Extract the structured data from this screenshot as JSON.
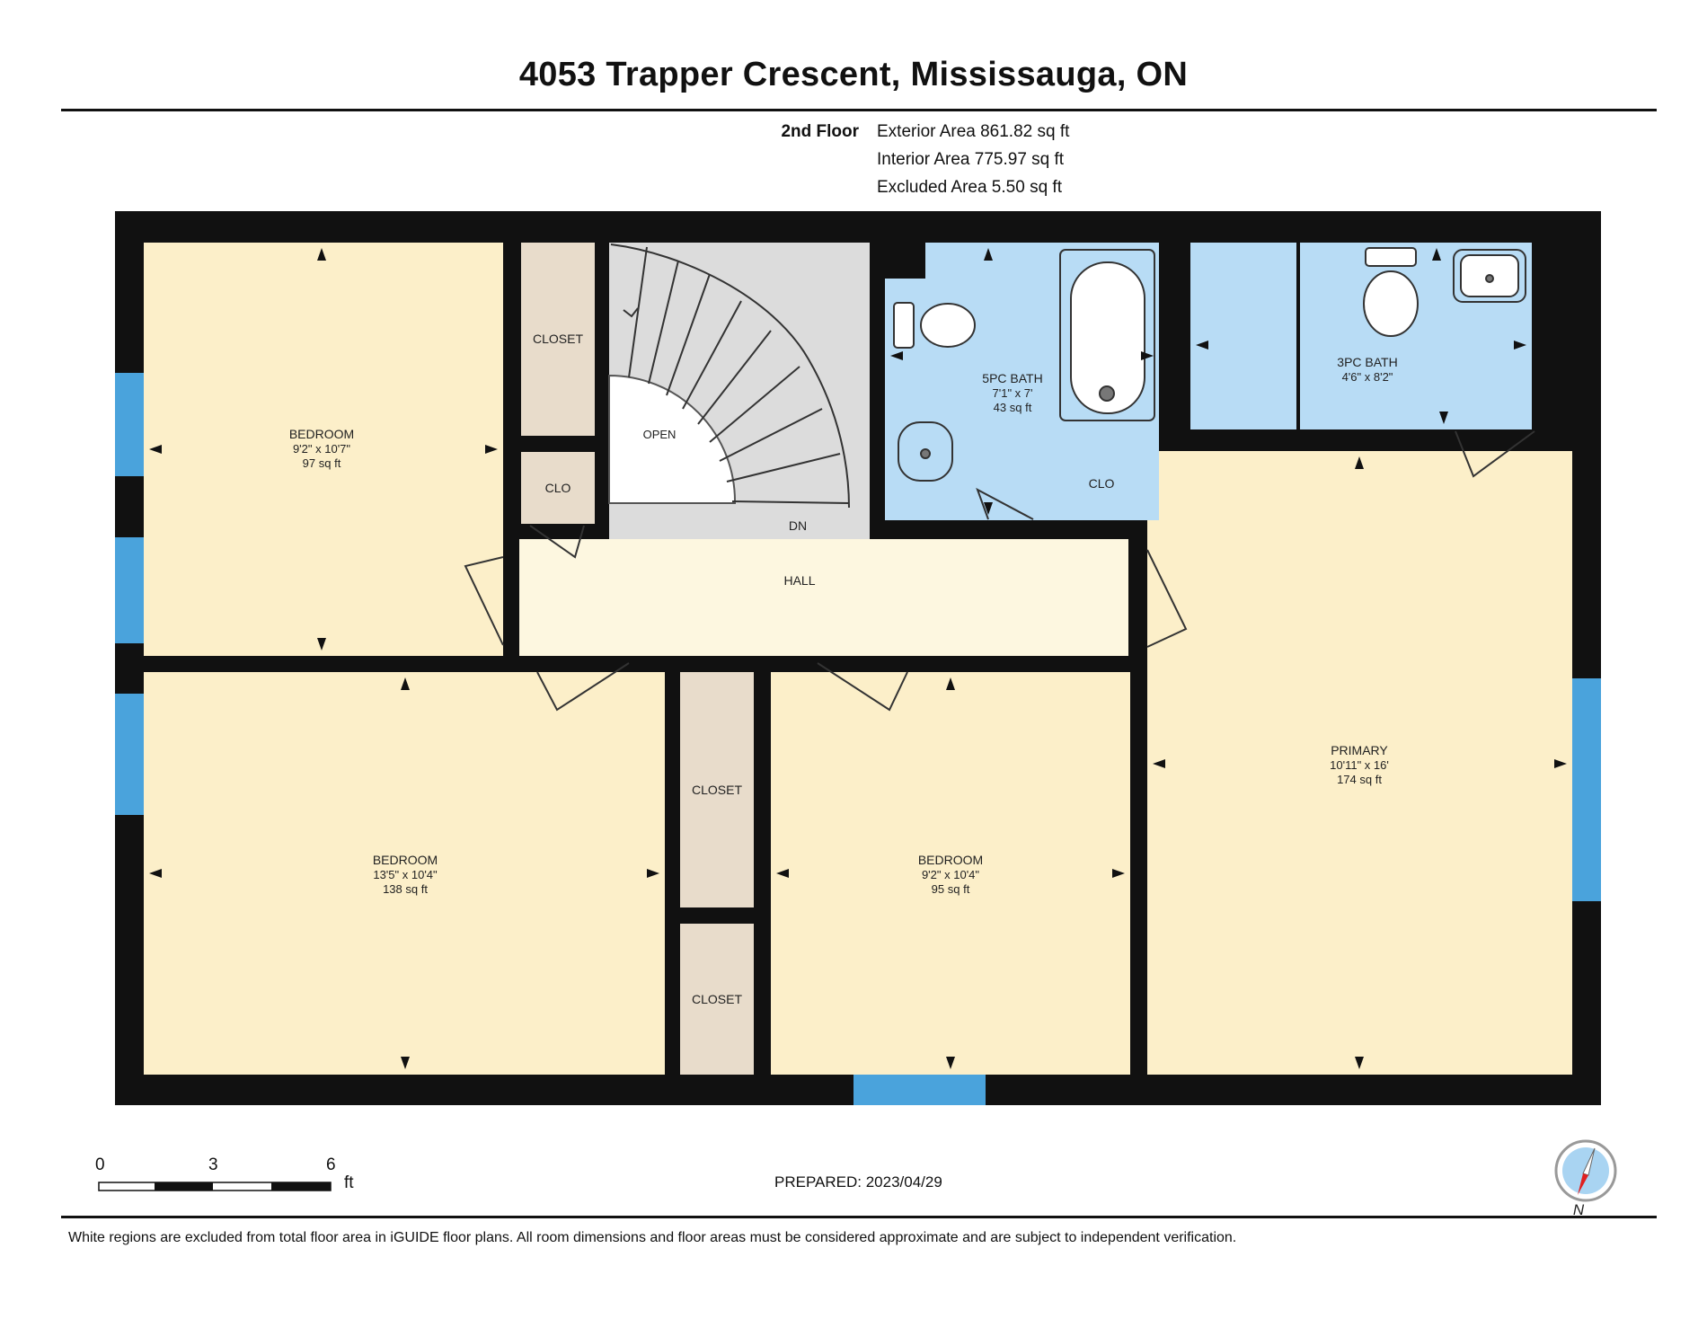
{
  "title": "4053 Trapper Crescent, Mississauga, ON",
  "floor": {
    "name": "2nd Floor",
    "exterior_area": "Exterior Area 861.82 sq ft",
    "interior_area": "Interior Area 775.97 sq ft",
    "excluded_area": "Excluded Area 5.50 sq ft"
  },
  "rooms": {
    "bedroom_nw": {
      "name": "BEDROOM",
      "dims": "9'2\" x 10'7\"",
      "area": "97 sq ft"
    },
    "bedroom_sw": {
      "name": "BEDROOM",
      "dims": "13'5\" x 10'4\"",
      "area": "138 sq ft"
    },
    "bedroom_sc": {
      "name": "BEDROOM",
      "dims": "9'2\" x 10'4\"",
      "area": "95 sq ft"
    },
    "primary": {
      "name": "PRIMARY",
      "dims": "10'11\" x 16'",
      "area": "174 sq ft"
    },
    "bath_5pc": {
      "name": "5PC BATH",
      "dims": "7'1\" x 7'",
      "area": "43 sq ft"
    },
    "bath_3pc": {
      "name": "3PC BATH",
      "dims": "4'6\" x 8'2\""
    },
    "hall": "HALL",
    "down": "DN",
    "open": "OPEN",
    "closet_top": "CLOSET",
    "clo_small": "CLO",
    "clo_bath": "CLO",
    "closet_mid": "CLOSET",
    "closet_bottom": "CLOSET"
  },
  "scale": {
    "zero": "0",
    "three": "3",
    "six": "6",
    "unit": "ft"
  },
  "compass": {
    "label": "N"
  },
  "prepared": "PREPARED: 2023/04/29",
  "disclaimer": "White regions are excluded from total floor area in iGUIDE floor plans. All room dimensions and floor areas must be considered approximate and are subject to independent verification.",
  "colors": {
    "bedroom": "#fcefc9",
    "hall": "#fdf7e0",
    "closet": "#e8dccb",
    "bath": "#b8dcf5",
    "stair": "#dcdcdc",
    "window": "#4aa3dc",
    "wall": "#111111"
  }
}
